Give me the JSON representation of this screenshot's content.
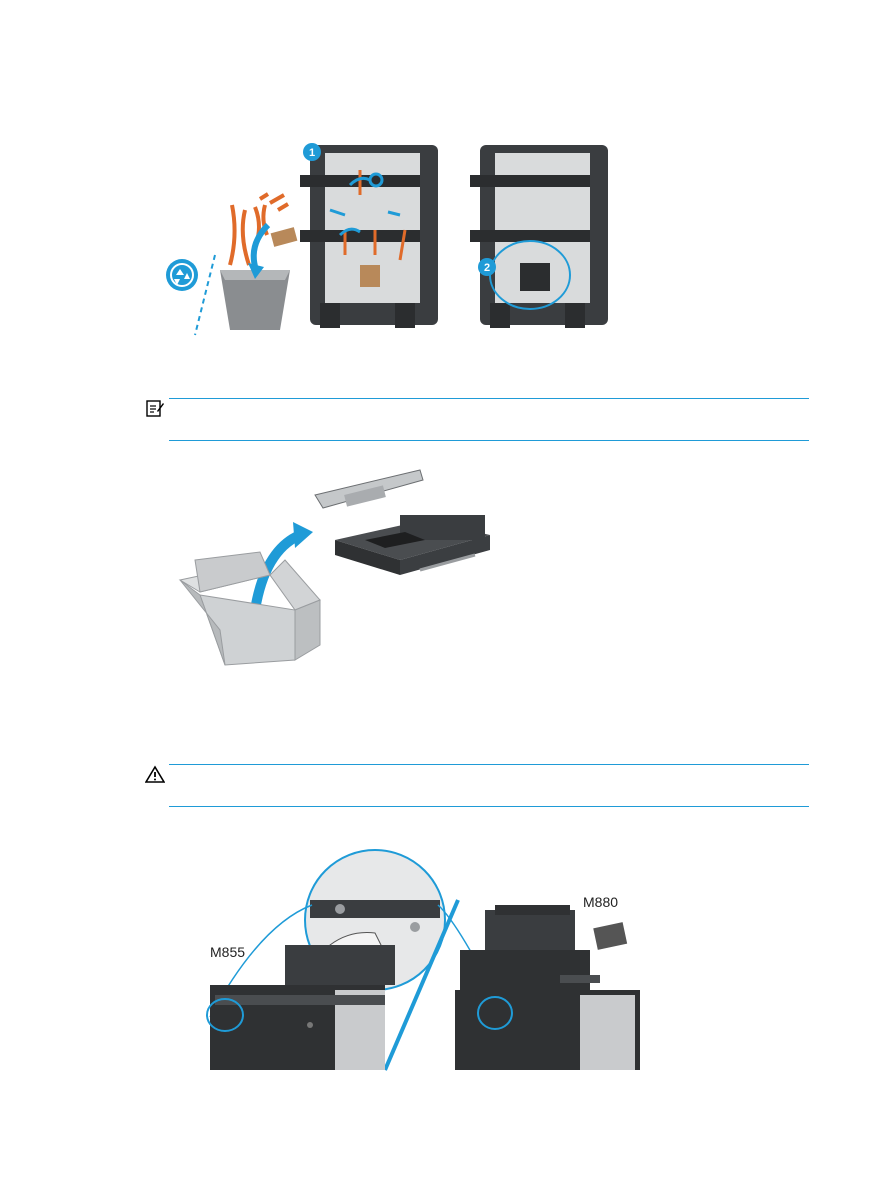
{
  "figure1": {
    "step_badges": [
      "1",
      "2"
    ],
    "recycle_icon": "recycle-icon"
  },
  "note_callout": {
    "icon": "note-icon"
  },
  "warning_callout": {
    "icon": "warning-icon"
  },
  "figure3": {
    "label_left": "M855",
    "label_right": "M880"
  },
  "colors": {
    "accent_blue": "#1f9bd7",
    "tape_orange": "#e06b2a",
    "device_dark": "#3a3d40",
    "box_gray": "#cfd2d4"
  }
}
